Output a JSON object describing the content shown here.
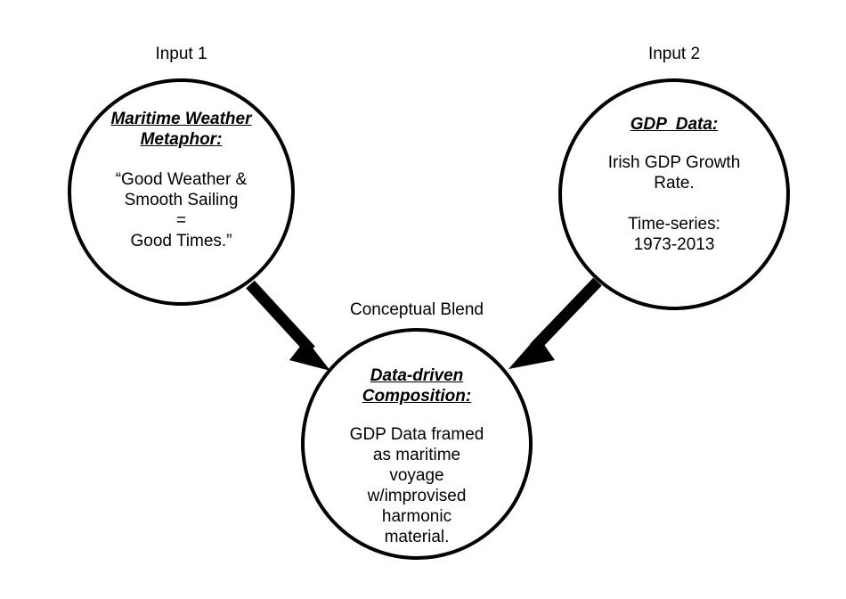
{
  "diagram": {
    "title": "Conceptual Blend Diagram",
    "background_color": "#ffffff",
    "stroke_color": "#000000",
    "text_color": "#000000"
  },
  "nodes": {
    "input_1": {
      "label": "Input 1",
      "title": "Maritime Weather\nMetaphor:",
      "body": "“Good Weather &\nSmooth Sailing\n=\nGood Times.”"
    },
    "input_2": {
      "label": "Input 2",
      "title": "GDP  Data:",
      "body": "Irish GDP Growth\nRate.\n\nTime-series:\n1973-2013"
    },
    "blend": {
      "label": "Conceptual Blend",
      "title": "Data-driven\nComposition:",
      "body": "GDP Data framed\nas maritime\nvoyage\nw/improvised\nharmonic\nmaterial."
    }
  },
  "arrows": [
    {
      "name": "arrow-input1-to-blend",
      "from": "input_1",
      "to": "blend",
      "direction": "down-right"
    },
    {
      "name": "arrow-input2-to-blend",
      "from": "input_2",
      "to": "blend",
      "direction": "down-left"
    }
  ]
}
